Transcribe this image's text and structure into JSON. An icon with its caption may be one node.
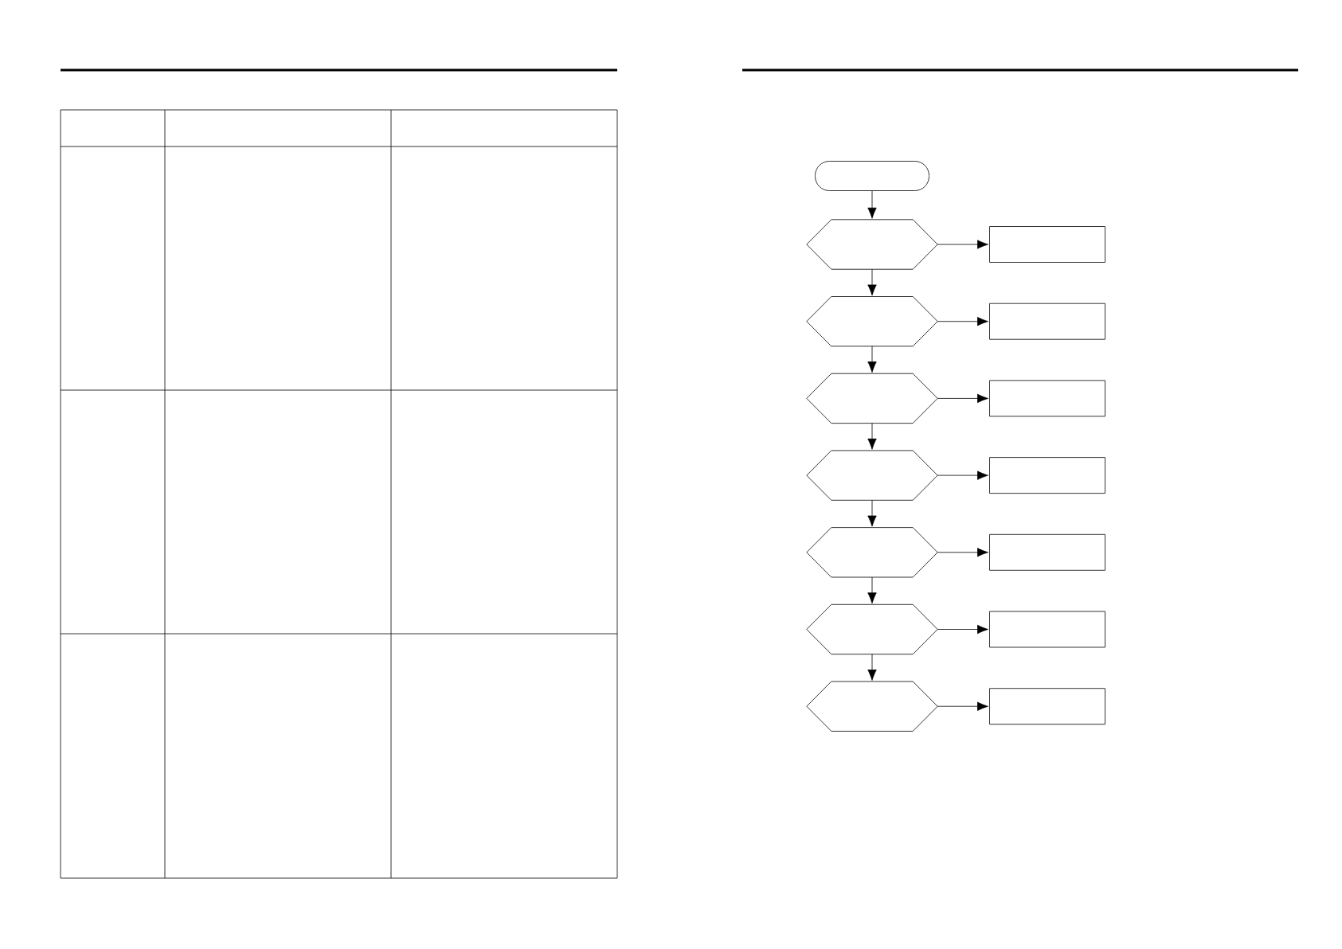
{
  "diagram": {
    "nodes": [
      {
        "text": [],
        "shape": "terminal"
      },
      {
        "text": [],
        "shape": "hexagon"
      },
      {
        "text": [],
        "shape": "box"
      },
      {
        "text": [],
        "shape": "hexagon"
      },
      {
        "text": [],
        "shape": "box"
      },
      {
        "text": [],
        "shape": "hexagon"
      },
      {
        "text": [],
        "shape": "box"
      },
      {
        "text": [],
        "shape": "hexagon"
      },
      {
        "text": [],
        "shape": "box"
      },
      {
        "text": [],
        "shape": "hexagon"
      },
      {
        "text": [],
        "shape": "box"
      },
      {
        "text": [],
        "shape": "hexagon"
      },
      {
        "text": [],
        "shape": "box"
      },
      {
        "text": [],
        "shape": "hexagon"
      },
      {
        "text": [],
        "shape": "box"
      }
    ],
    "edges": [
      {
        "from": 0,
        "to": 1,
        "arrow": "to"
      },
      {
        "from": 1,
        "to": 2,
        "arrow": "to"
      },
      {
        "from": 1,
        "to": 3,
        "arrow": "to"
      },
      {
        "from": 3,
        "to": 4,
        "arrow": "to"
      },
      {
        "from": 3,
        "to": 5,
        "arrow": "to"
      },
      {
        "from": 5,
        "to": 6,
        "arrow": "to"
      },
      {
        "from": 5,
        "to": 7,
        "arrow": "to"
      },
      {
        "from": 7,
        "to": 8,
        "arrow": "to"
      },
      {
        "from": 7,
        "to": 9,
        "arrow": "to"
      },
      {
        "from": 9,
        "to": 10,
        "arrow": "to"
      },
      {
        "from": 9,
        "to": 11,
        "arrow": "to"
      },
      {
        "from": 11,
        "to": 12,
        "arrow": "to"
      },
      {
        "from": 11,
        "to": 13,
        "arrow": "to"
      },
      {
        "from": 13,
        "to": 14,
        "arrow": "to"
      }
    ]
  }
}
